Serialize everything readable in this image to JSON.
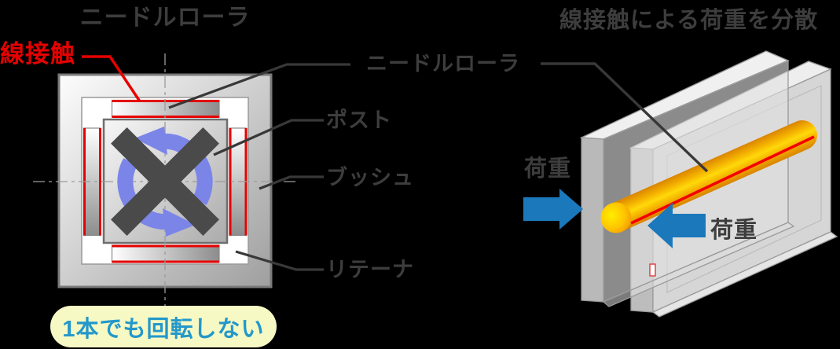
{
  "left_diagram": {
    "title": "ニードルローラ",
    "line_contact_label": "線接触",
    "part_labels": {
      "needle_roller": "ニードルローラ",
      "post": "ポスト",
      "bush": "ブッシュ",
      "retainer": "リテーナ"
    },
    "badge_text": "1本でも回転しない"
  },
  "right_diagram": {
    "title": "線接触による荷重を分散",
    "load_label_left": "荷重",
    "load_label_right": "荷重"
  },
  "colors": {
    "line_contact_red": "#e60000",
    "load_arrow_blue": "#1a78bb",
    "rotation_arrow_blue": "#7b85e8",
    "x_mark_gray": "#4a4a4a",
    "badge_background": "#f6f9c4",
    "badge_text_blue": "#2398cb",
    "label_dark_gray": "#3d3d3d"
  }
}
